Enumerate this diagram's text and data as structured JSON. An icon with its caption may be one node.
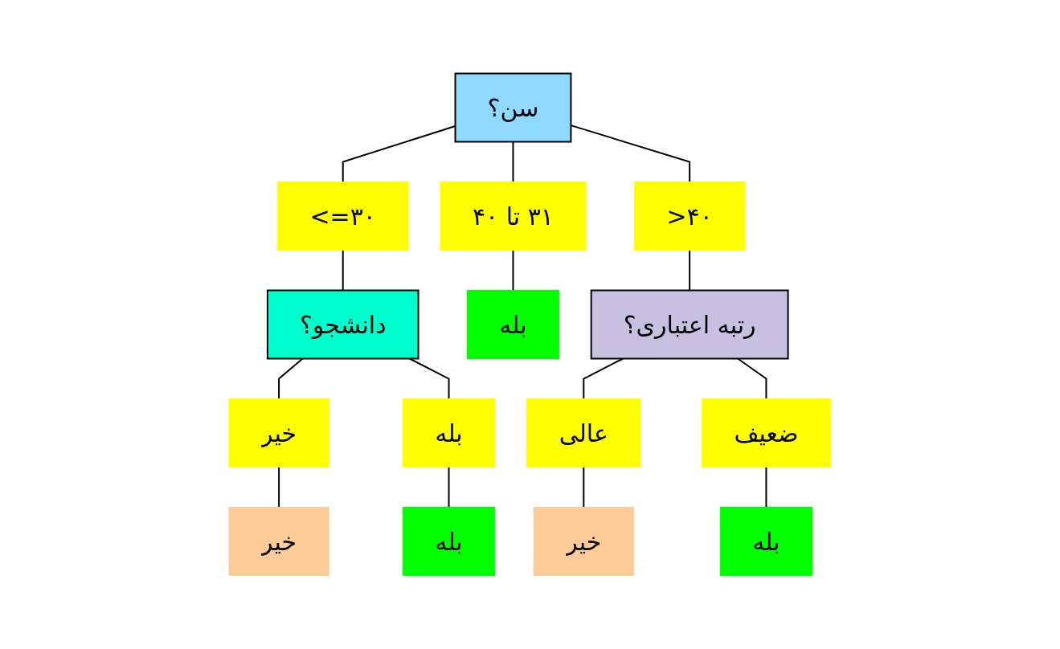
{
  "diagram": {
    "nodes": [
      {
        "text": [
          "سن؟"
        ]
      },
      {
        "text": [
          "<=۳۰"
        ]
      },
      {
        "text": [
          "۳۱ تا ۴۰"
        ]
      },
      {
        "text": [
          ">۴۰"
        ]
      },
      {
        "text": [
          "دانشجو؟"
        ]
      },
      {
        "text": [
          "بله"
        ]
      },
      {
        "text": [
          "رتبه اعتباری؟"
        ]
      },
      {
        "text": [
          "خیر"
        ]
      },
      {
        "text": [
          "بله"
        ]
      },
      {
        "text": [
          "عالی"
        ]
      },
      {
        "text": [
          "ضعیف"
        ]
      },
      {
        "text": [
          "خیر"
        ]
      },
      {
        "text": [
          "بله"
        ]
      },
      {
        "text": [
          "خیر"
        ]
      },
      {
        "text": [
          "بله"
        ]
      }
    ],
    "edges": [
      {
        "from": 0,
        "to": 1,
        "arrow": "none"
      },
      {
        "from": 0,
        "to": 2,
        "arrow": "none"
      },
      {
        "from": 0,
        "to": 3,
        "arrow": "none"
      },
      {
        "from": 1,
        "to": 4,
        "arrow": "none"
      },
      {
        "from": 2,
        "to": 5,
        "arrow": "none"
      },
      {
        "from": 3,
        "to": 6,
        "arrow": "none"
      },
      {
        "from": 4,
        "to": 7,
        "arrow": "none"
      },
      {
        "from": 4,
        "to": 8,
        "arrow": "none"
      },
      {
        "from": 6,
        "to": 9,
        "arrow": "none"
      },
      {
        "from": 6,
        "to": 10,
        "arrow": "none"
      },
      {
        "from": 7,
        "to": 11,
        "arrow": "none"
      },
      {
        "from": 8,
        "to": 12,
        "arrow": "none"
      },
      {
        "from": 9,
        "to": 13,
        "arrow": "none"
      },
      {
        "from": 10,
        "to": 14,
        "arrow": "none"
      }
    ]
  }
}
